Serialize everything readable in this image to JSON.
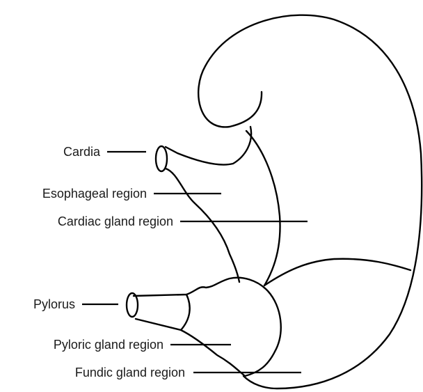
{
  "labels": {
    "cardia": "Cardia",
    "esophageal_region": "Esophageal region",
    "cardiac_gland_region": "Cardiac gland region",
    "pylorus": "Pylorus",
    "pyloric_gland_region": "Pyloric gland region",
    "fundic_gland_region": "Fundic gland region"
  },
  "colors": {
    "line": "#000000",
    "text": "#1a1a1a",
    "background": "#ffffff"
  }
}
